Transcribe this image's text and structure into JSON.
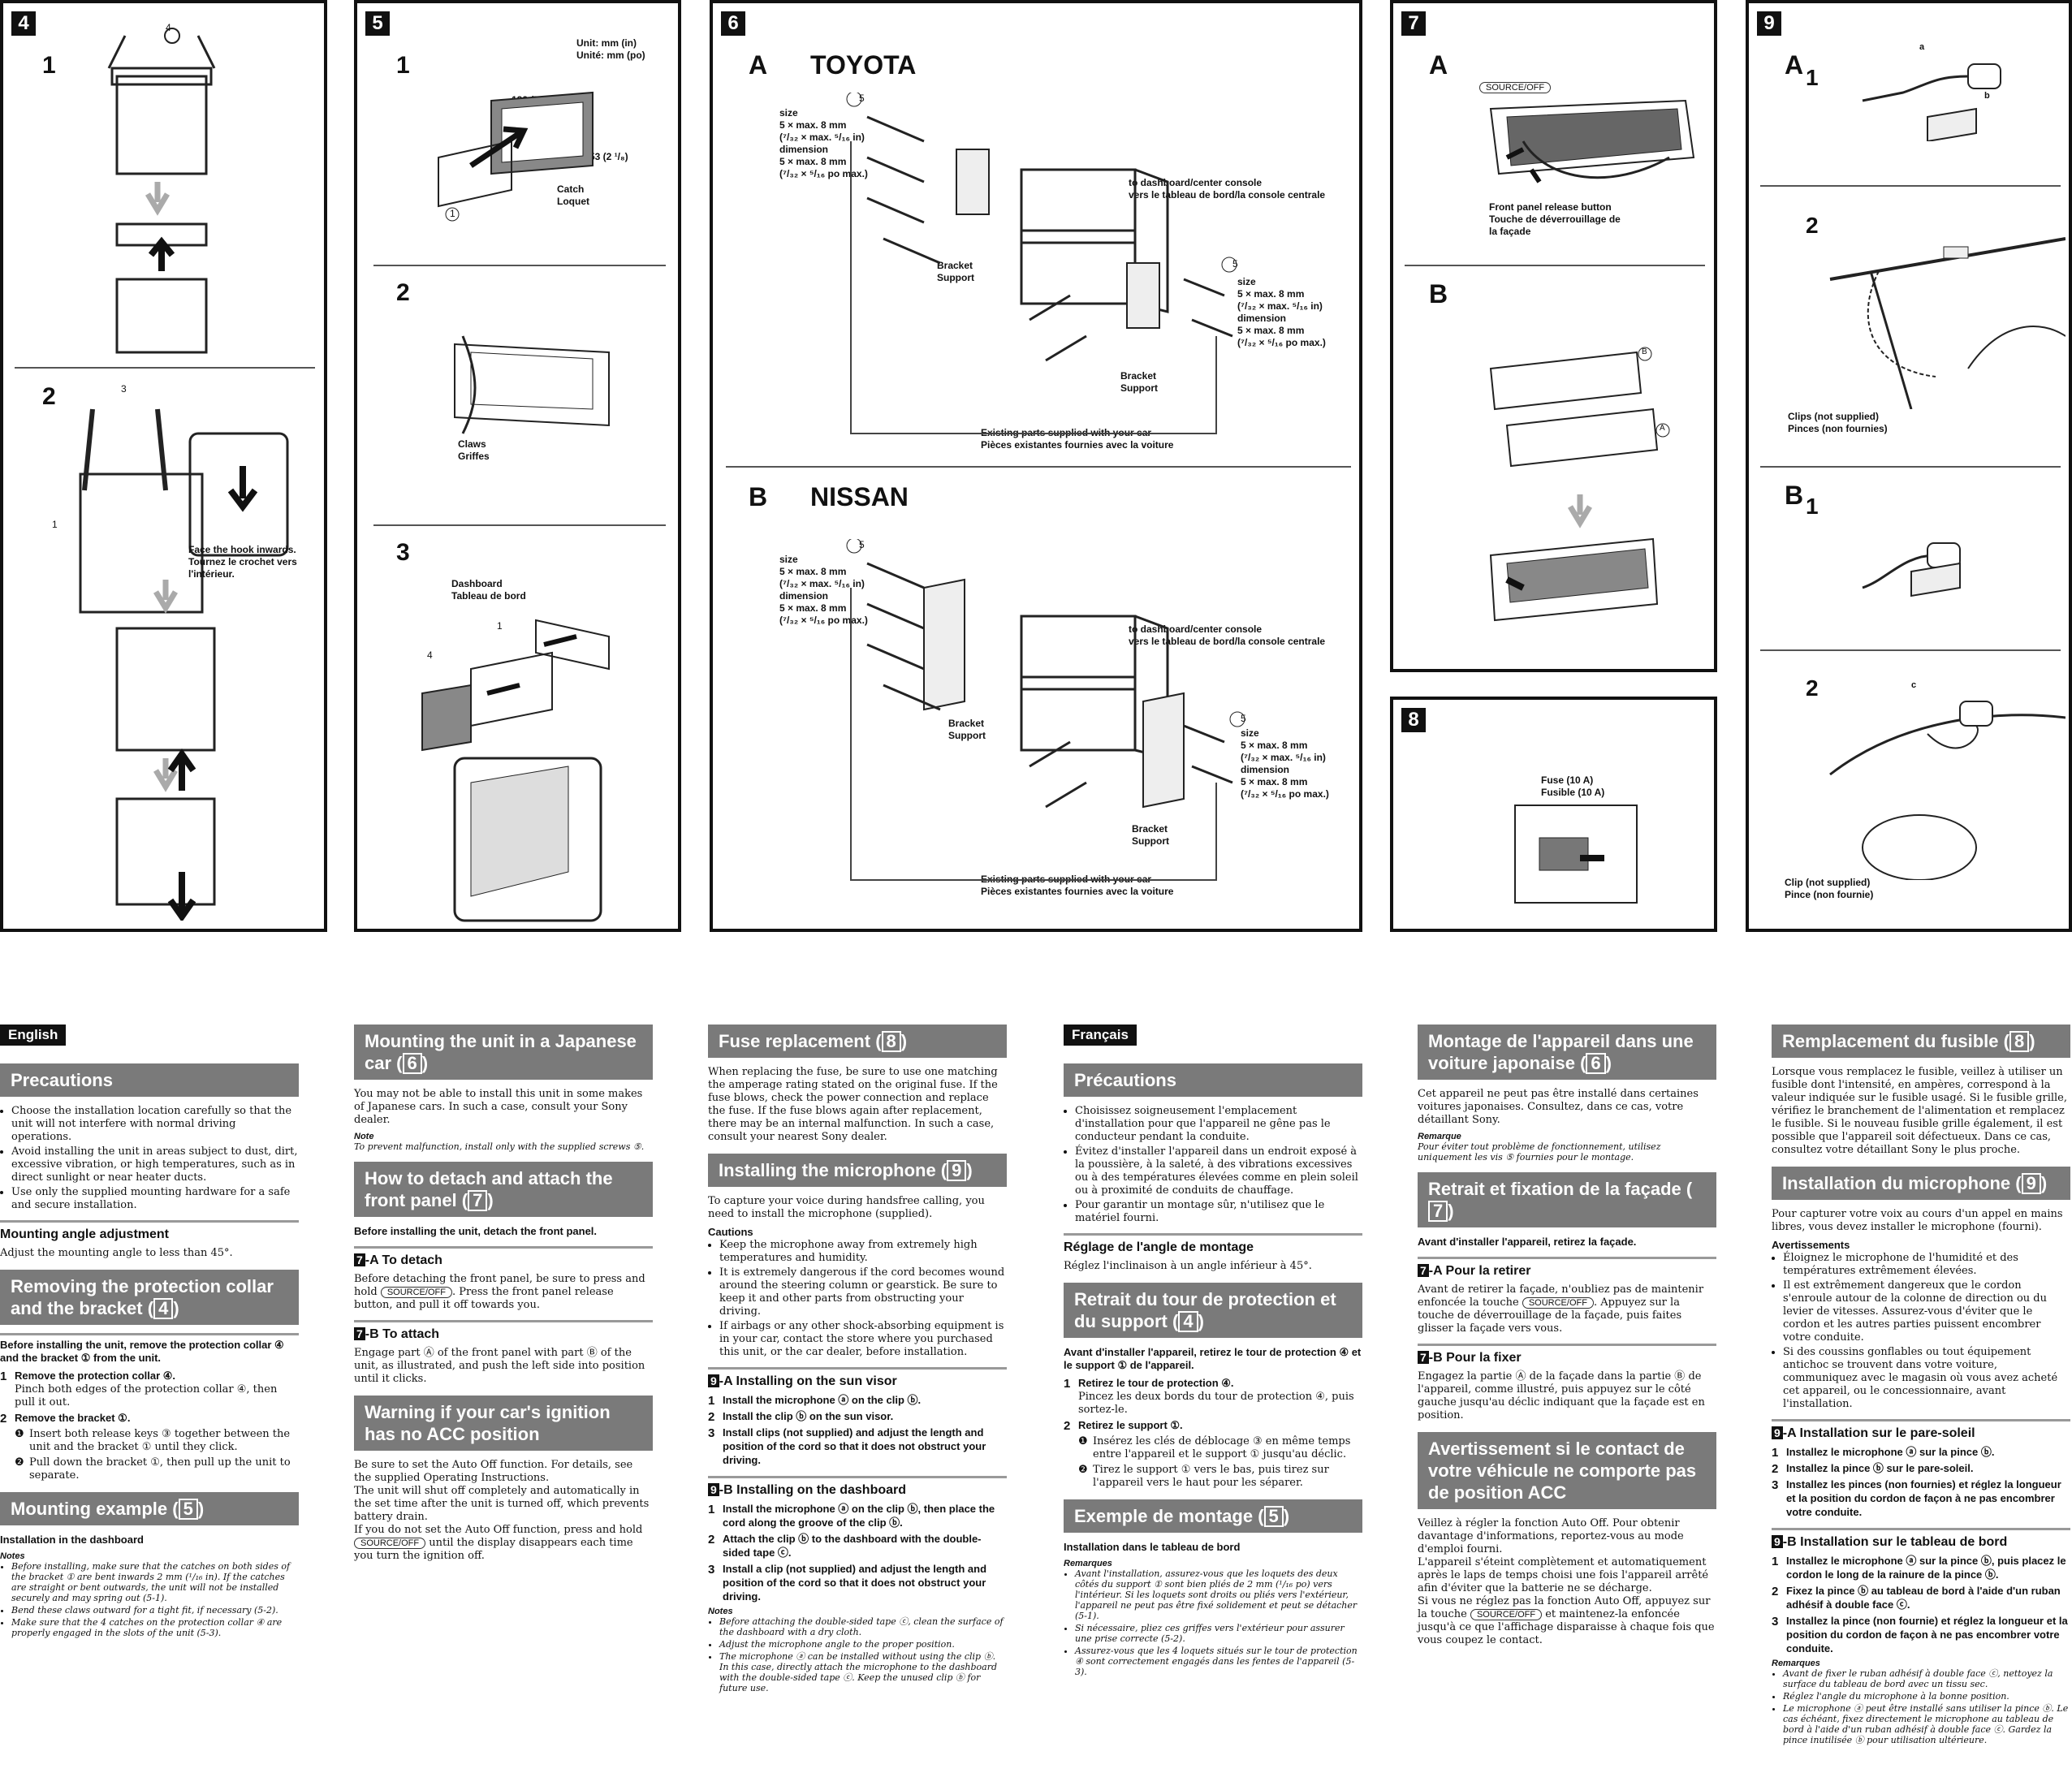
{
  "panels": {
    "p4": {
      "num": "4",
      "steps": [
        "1",
        "2"
      ],
      "callouts": [
        "4",
        "3",
        "1"
      ],
      "hook": "Face the hook inwards.\nTournez le crochet vers\nl'intérieur."
    },
    "p5": {
      "num": "5",
      "steps": [
        "1",
        "2",
        "3"
      ],
      "unit": "Unit: mm (in)\nUnité: mm (po)",
      "dim1": "182 (7 ¹/₄)",
      "dim2": "53 (2 ¹/₈)",
      "catch": "Catch\nLoquet",
      "claws": "Claws\nGriffes",
      "dash": "Dashboard\nTableau de bord",
      "callouts": [
        "1",
        "4",
        "1"
      ]
    },
    "p6": {
      "num": "6",
      "a": "A",
      "a_title": "TOYOTA",
      "b": "B",
      "b_title": "NISSAN",
      "size": "size\n5 × max. 8 mm\n(⁷/₃₂ × max. ⁵/₁₆ in)\ndimension\n5 × max. 8 mm\n(⁷/₃₂ × ⁵/₁₆ po max.)",
      "to": "to dashboard/center console\nvers le tableau de bord/la console centrale",
      "bracket": "Bracket\nSupport",
      "existing": "Existing parts supplied with your car\nPièces existantes fournies avec la voiture",
      "callout": "5"
    },
    "p7": {
      "num": "7",
      "a": "A",
      "b": "B",
      "source": "SOURCE/OFF",
      "release": "Front panel release button\nTouche de déverrouillage de\nla façade",
      "cb": "B",
      "ca": "A"
    },
    "p8": {
      "num": "8",
      "fuse": "Fuse (10 A)\nFusible (10 A)"
    },
    "p9": {
      "num": "9",
      "a": "A",
      "b": "B",
      "s1": "1",
      "s2": "2",
      "clips": "Clips (not supplied)\nPinces (non fournies)",
      "clip": "Clip (not supplied)\nPince (non fournie)",
      "ca": "a",
      "cb": "b",
      "cc": "c"
    }
  },
  "en": {
    "tag": "English",
    "precautions": {
      "title": "Precautions",
      "items": [
        "Choose the installation location carefully so that the unit will not interfere with normal driving operations.",
        "Avoid installing the unit in areas subject to dust, dirt, excessive vibration, or high temperatures, such as in direct sunlight or near heater ducts.",
        "Use only the supplied mounting hardware for a safe and secure installation."
      ]
    },
    "angle": {
      "title": "Mounting angle adjustment",
      "text": "Adjust the mounting angle to less than 45°."
    },
    "removing": {
      "title": "Removing the protection collar and the bracket",
      "ref": "4",
      "intro": "Before installing the unit, remove the protection collar ④ and the bracket ① from the unit.",
      "s1": "Remove the protection collar ④.",
      "s1t": "Pinch both edges of the protection collar ④, then pull it out.",
      "s2": "Remove the bracket ①.",
      "s2a": "Insert both release keys ③ together between the unit and the bracket ① until they click.",
      "s2b": "Pull down the bracket ①, then pull up the unit to separate."
    },
    "mounting": {
      "title": "Mounting example",
      "ref": "5",
      "sub": "Installation in the dashboard",
      "notes_h": "Notes",
      "notes": [
        "Before installing, make sure that the catches on both sides of the bracket ① are bent inwards 2 mm (¹/₁₆ in). If the catches are straight or bent outwards, the unit will not be installed securely and may spring out (5-1).",
        "Bend these claws outward for a tight fit, if necessary (5-2).",
        "Make sure that the 4 catches on the protection collar ④ are properly engaged in the slots of the unit (5-3)."
      ]
    },
    "japanese": {
      "title": "Mounting the unit in a Japanese car",
      "ref": "6",
      "text": "You may not be able to install this unit in some makes of Japanese cars. In such a case, consult your Sony dealer.",
      "note_h": "Note",
      "note": "To prevent malfunction, install only with the supplied screws ⑤."
    },
    "detach": {
      "title": "How to detach and attach the front panel",
      "ref": "7",
      "intro": "Before installing the unit, detach the front panel.",
      "a_title": "-A  To detach",
      "a_text1": "Before detaching the front panel, be sure to press and hold",
      "a_btn": "SOURCE/OFF",
      "a_text2": ". Press the front panel release button, and pull it off towards you.",
      "b_title": "-B  To attach",
      "b_text": "Engage part Ⓐ of the front panel with part Ⓑ of the unit, as illustrated, and push the left side into position until it clicks."
    },
    "warning": {
      "title": "Warning if your car's ignition has no ACC position",
      "t1": "Be sure to set the Auto Off function. For details, see the supplied Operating Instructions.",
      "t2": "The unit will shut off completely and automatically in the set time after the unit is turned off, which prevents battery drain.",
      "t3": "If you do not set the Auto Off function, press and hold",
      "btn": "SOURCE/OFF",
      "t4": "until the display disappears each time you turn the ignition off."
    },
    "fuse": {
      "title": "Fuse replacement",
      "ref": "8",
      "text": "When replacing the fuse, be sure to use one matching the amperage rating stated on the original fuse. If the fuse blows, check the power connection and replace the fuse. If the fuse blows again after replacement, there may be an internal malfunction. In such a case, consult your nearest Sony dealer."
    },
    "mic": {
      "title": "Installing the microphone",
      "ref": "9",
      "text": "To capture your voice during handsfree calling, you need to install the microphone (supplied).",
      "cautions_h": "Cautions",
      "cautions": [
        "Keep the microphone away from extremely high temperatures and humidity.",
        "It is extremely dangerous if the cord becomes wound around the steering column or gearstick. Be sure to keep it and other parts from obstructing your driving.",
        "If airbags or any other shock-absorbing equipment is in your car, contact the store where you purchased this unit, or the car dealer, before installation."
      ],
      "visor_title": "-A  Installing on the sun visor",
      "visor": [
        "Install the microphone ⓐ on the clip ⓑ.",
        "Install the clip ⓑ on the sun visor.",
        "Install clips (not supplied) and adjust the length and position of the cord so that it does not obstruct your driving."
      ],
      "dash_title": "-B  Installing on the dashboard",
      "dash": [
        "Install the microphone ⓐ on the clip ⓑ, then place the cord along the groove of the clip ⓑ.",
        "Attach the clip ⓑ to the dashboard with the double-sided tape ⓒ.",
        "Install a clip (not supplied) and adjust the length and position of the cord so that it does not obstruct your driving."
      ],
      "notes_h": "Notes",
      "notes": [
        "Before attaching the double-sided tape ⓒ, clean the surface of the dashboard with a dry cloth.",
        "Adjust the microphone angle to the proper position.",
        "The microphone ⓐ can be installed without using the clip ⓑ. In this case, directly attach the microphone to the dashboard with the double-sided tape ⓒ. Keep the unused clip ⓑ for future use."
      ]
    }
  },
  "fr": {
    "tag": "Français",
    "precautions": {
      "title": "Précautions",
      "items": [
        "Choisissez soigneusement l'emplacement d'installation pour que l'appareil ne gêne pas le conducteur pendant la conduite.",
        "Évitez d'installer l'appareil dans un endroit exposé à la poussière, à la saleté, à des vibrations excessives ou à des températures élevées comme en plein soleil ou à proximité de conduits de chauffage.",
        "Pour garantir un montage sûr, n'utilisez que le matériel fourni."
      ]
    },
    "angle": {
      "title": "Réglage de l'angle de montage",
      "text": "Réglez l'inclinaison à un angle inférieur à 45°."
    },
    "removing": {
      "title": "Retrait du tour de protection et du support",
      "ref": "4",
      "intro": "Avant d'installer l'appareil, retirez le tour de protection ④ et le support ① de l'appareil.",
      "s1": "Retirez le tour de protection ④.",
      "s1t": "Pincez les deux bords du tour de protection ④, puis sortez-le.",
      "s2": "Retirez le support ①.",
      "s2a": "Insérez les clés de déblocage ③ en même temps entre l'appareil et le support ① jusqu'au déclic.",
      "s2b": "Tirez le support ① vers le bas, puis tirez sur l'appareil vers le haut pour les séparer."
    },
    "mounting": {
      "title": "Exemple de montage",
      "ref": "5",
      "sub": "Installation dans le tableau de bord",
      "notes_h": "Remarques",
      "notes": [
        "Avant l'installation, assurez-vous que les loquets des deux côtés du support ① sont bien pliés de 2 mm (¹/₁₆ po) vers l'intérieur. Si les loquets sont droits ou pliés vers l'extérieur, l'appareil ne peut pas être fixé solidement et peut se détacher (5-1).",
        "Si nécessaire, pliez ces griffes vers l'extérieur pour assurer une prise correcte (5-2).",
        "Assurez-vous que les 4 loquets situés sur le tour de protection ④ sont correctement engagés dans les fentes de l'appareil (5-3)."
      ]
    },
    "japanese": {
      "title": "Montage de l'appareil dans une voiture japonaise",
      "ref": "6",
      "text": "Cet appareil ne peut pas être installé dans certaines voitures japonaises. Consultez, dans ce cas, votre détaillant Sony.",
      "note_h": "Remarque",
      "note": "Pour éviter tout problème de fonctionnement, utilisez uniquement les vis ⑤ fournies pour le montage."
    },
    "detach": {
      "title": "Retrait et fixation de la façade",
      "ref": "7",
      "intro": "Avant d'installer l'appareil, retirez la façade.",
      "a_title": "-A  Pour la retirer",
      "a_text1": "Avant de retirer la façade, n'oubliez pas de maintenir enfoncée la touche",
      "a_btn": "SOURCE/OFF",
      "a_text2": ". Appuyez sur la touche de déverrouillage de la façade, puis faites glisser la façade vers vous.",
      "b_title": "-B  Pour la fixer",
      "b_text": "Engagez la partie Ⓐ de la façade dans la partie Ⓑ de l'appareil, comme illustré, puis appuyez sur le côté gauche jusqu'au déclic indiquant que la façade est en position."
    },
    "warning": {
      "title": "Avertissement si le contact de votre véhicule ne comporte pas de position ACC",
      "t1": "Veillez à régler la fonction Auto Off. Pour obtenir davantage d'informations, reportez-vous au mode d'emploi fourni.",
      "t2": "L'appareil s'éteint complètement et automatiquement après le laps de temps choisi une fois l'appareil arrêté afin d'éviter que la batterie ne se décharge.",
      "t3": "Si vous ne réglez pas la fonction Auto Off, appuyez sur la touche",
      "btn": "SOURCE/OFF",
      "t4": "et maintenez-la enfoncée jusqu'à ce que l'affichage disparaisse à chaque fois que vous coupez le contact."
    },
    "fuse": {
      "title": "Remplacement du fusible",
      "ref": "8",
      "text": "Lorsque vous remplacez le fusible, veillez à utiliser un fusible dont l'intensité, en ampères, correspond à la valeur indiquée sur le fusible usagé. Si le fusible grille, vérifiez le branchement de l'alimentation et remplacez le fusible. Si le nouveau fusible grille également, il est possible que l'appareil soit défectueux. Dans ce cas, consultez votre détaillant Sony le plus proche."
    },
    "mic": {
      "title": "Installation du microphone",
      "ref": "9",
      "text": "Pour capturer votre voix au cours d'un appel en mains libres, vous devez installer le microphone (fourni).",
      "cautions_h": "Avertissements",
      "cautions": [
        "Éloignez le microphone de l'humidité et des températures extrêmement élevées.",
        "Il est extrêmement dangereux que le cordon s'enroule autour de la colonne de direction ou du levier de vitesses. Assurez-vous d'éviter que le cordon et les autres parties puissent encombrer votre conduite.",
        "Si des coussins gonflables ou tout équipement antichoc se trouvent dans votre voiture, communiquez avec le magasin où vous avez acheté cet appareil, ou le concessionnaire, avant l'installation."
      ],
      "visor_title": "-A Installation sur le pare-soleil",
      "visor": [
        "Installez le microphone ⓐ sur la pince ⓑ.",
        "Installez la pince ⓑ sur le pare-soleil.",
        "Installez les pinces (non fournies) et réglez la longueur et la position du cordon de façon à ne pas encombrer votre conduite."
      ],
      "dash_title": "-B Installation sur le tableau de bord",
      "dash": [
        "Installez le microphone ⓐ sur la pince ⓑ, puis placez le cordon le long de la rainure de la pince ⓑ.",
        "Fixez la pince ⓑ au tableau de bord à l'aide d'un ruban adhésif à double face ⓒ.",
        "Installez la pince (non fournie) et réglez la longueur et la position du cordon de façon à ne pas encombrer votre conduite."
      ],
      "notes_h": "Remarques",
      "notes": [
        "Avant de fixer le ruban adhésif à double face ⓒ, nettoyez la surface du tableau de bord avec un tissu sec.",
        "Réglez l'angle du microphone à la bonne position.",
        "Le microphone ⓐ peut être installé sans utiliser la pince ⓑ. Le cas échéant, fixez directement le microphone au tableau de bord à l'aide d'un ruban adhésif à double face ⓒ. Gardez la pince inutilisée ⓑ pour utilisation ultérieure."
      ]
    }
  }
}
